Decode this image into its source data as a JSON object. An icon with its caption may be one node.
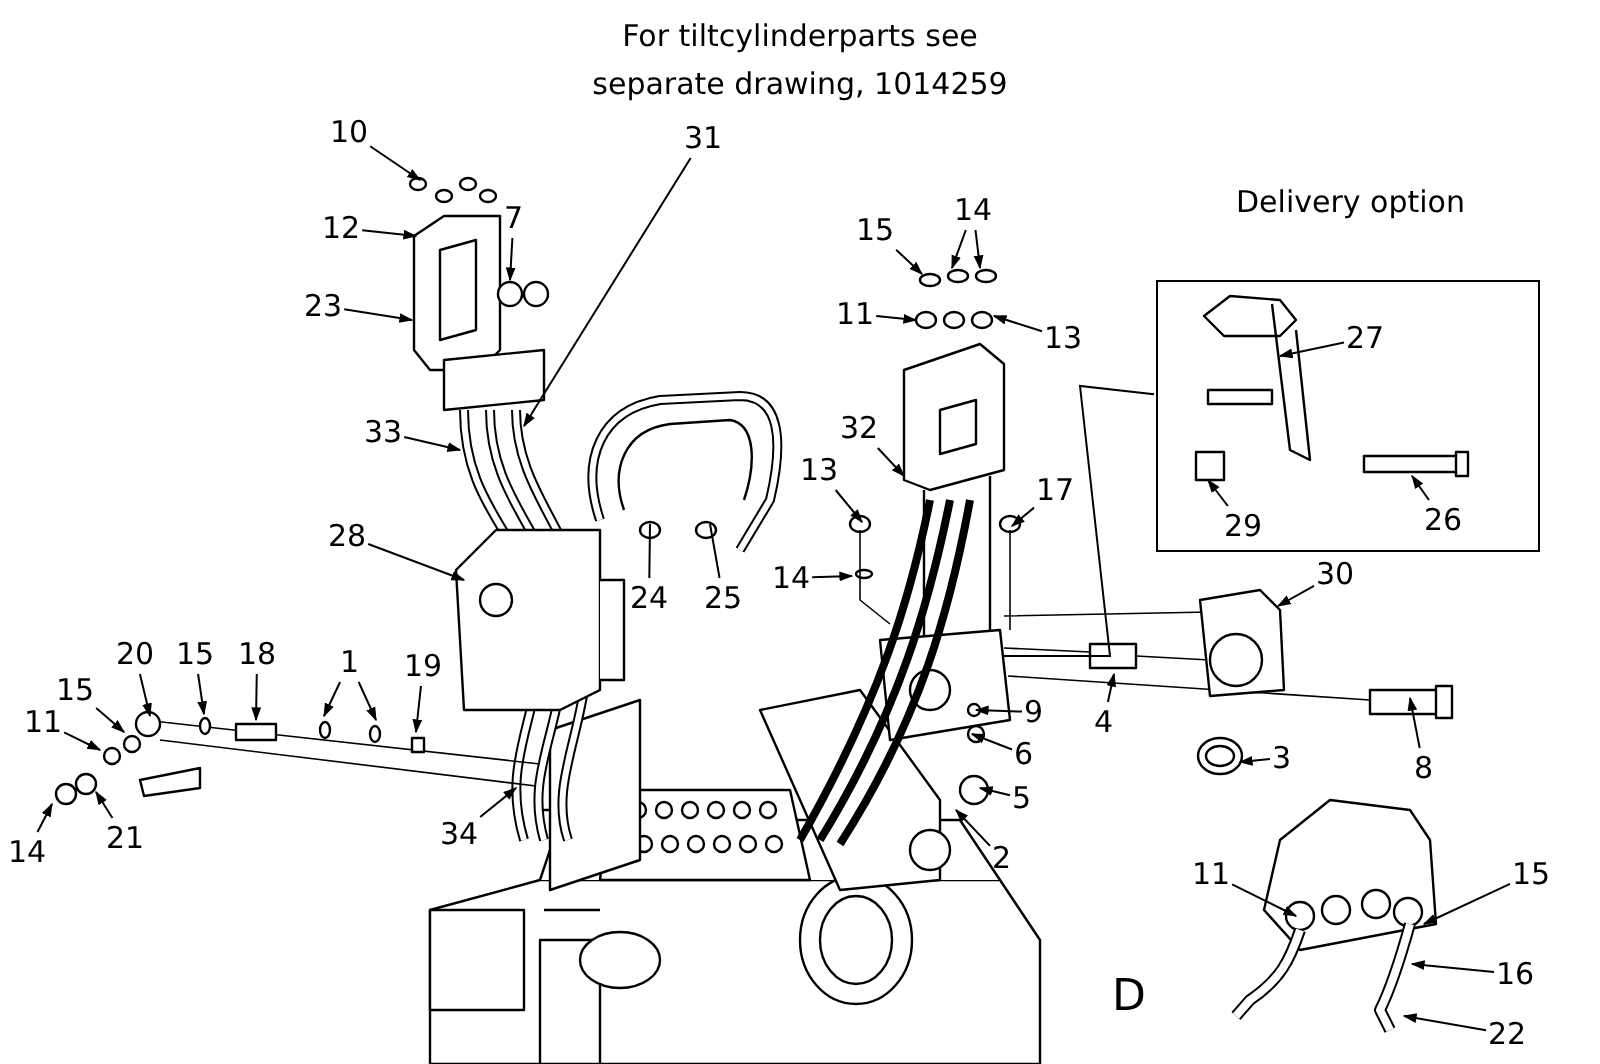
{
  "diagram": {
    "nodes": [
      {
        "text": [
          "10"
        ]
      },
      {
        "text": [
          "12"
        ]
      },
      {
        "text": [
          "7"
        ]
      },
      {
        "text": [
          "31"
        ]
      },
      {
        "text": [
          "23"
        ]
      },
      {
        "text": [
          "15"
        ]
      },
      {
        "text": [
          "14"
        ]
      },
      {
        "text": [
          "11"
        ]
      },
      {
        "text": [
          "13"
        ]
      },
      {
        "text": [
          "Delivery option"
        ]
      },
      {
        "text": [
          "27"
        ],
        "in": 9
      },
      {
        "text": [
          "29"
        ],
        "in": 9
      },
      {
        "text": [
          "26"
        ],
        "in": 9
      },
      {
        "text": [
          "33"
        ]
      },
      {
        "text": [
          "32"
        ]
      },
      {
        "text": [
          "13"
        ]
      },
      {
        "text": [
          "17"
        ]
      },
      {
        "text": [
          "28"
        ]
      },
      {
        "text": [
          "14"
        ]
      },
      {
        "text": [
          "24"
        ]
      },
      {
        "text": [
          "25"
        ]
      },
      {
        "text": [
          "30"
        ]
      },
      {
        "text": [
          "20"
        ]
      },
      {
        "text": [
          "15"
        ]
      },
      {
        "text": [
          "18"
        ]
      },
      {
        "text": [
          "1"
        ]
      },
      {
        "text": [
          "19"
        ]
      },
      {
        "text": [
          "15"
        ]
      },
      {
        "text": [
          "11"
        ]
      },
      {
        "text": [
          "9"
        ]
      },
      {
        "text": [
          "4"
        ]
      },
      {
        "text": [
          "3"
        ]
      },
      {
        "text": [
          "6"
        ]
      },
      {
        "text": [
          "8"
        ]
      },
      {
        "text": [
          "5"
        ]
      },
      {
        "text": [
          "34"
        ]
      },
      {
        "text": [
          "21"
        ]
      },
      {
        "text": [
          "14"
        ]
      },
      {
        "text": [
          "2"
        ]
      },
      {
        "text": [
          "11"
        ]
      },
      {
        "text": [
          "15"
        ]
      },
      {
        "text": [
          "16"
        ]
      },
      {
        "text": [
          "22"
        ]
      }
    ],
    "edges": [
      {
        "from": 0,
        "to": null,
        "arrow": "to"
      },
      {
        "from": 1,
        "to": null,
        "arrow": "to"
      },
      {
        "from": 2,
        "to": null,
        "arrow": "to"
      },
      {
        "from": 3,
        "to": null,
        "arrow": "to"
      },
      {
        "from": 4,
        "to": null,
        "arrow": "to"
      },
      {
        "from": 5,
        "to": null,
        "arrow": "to"
      },
      {
        "from": 6,
        "to": null,
        "arrow": "to"
      },
      {
        "from": 6,
        "to": null,
        "arrow": "to"
      },
      {
        "from": 7,
        "to": null,
        "arrow": "to"
      },
      {
        "from": 8,
        "to": null,
        "arrow": "to"
      },
      {
        "from": 9,
        "to": null,
        "arrow": "none"
      },
      {
        "from": 10,
        "to": null,
        "arrow": "to"
      },
      {
        "from": 11,
        "to": null,
        "arrow": "to"
      },
      {
        "from": 12,
        "to": null,
        "arrow": "to"
      },
      {
        "from": 13,
        "to": null,
        "arrow": "to"
      },
      {
        "from": 14,
        "to": null,
        "arrow": "to"
      },
      {
        "from": 15,
        "to": null,
        "arrow": "to"
      },
      {
        "from": 16,
        "to": null,
        "arrow": "to"
      },
      {
        "from": 17,
        "to": null,
        "arrow": "to"
      },
      {
        "from": 18,
        "to": null,
        "arrow": "to"
      },
      {
        "from": 19,
        "to": null,
        "arrow": "none"
      },
      {
        "from": 20,
        "to": null,
        "arrow": "none"
      },
      {
        "from": 21,
        "to": null,
        "arrow": "to"
      },
      {
        "from": 22,
        "to": null,
        "arrow": "to"
      },
      {
        "from": 23,
        "to": null,
        "arrow": "to"
      },
      {
        "from": 24,
        "to": null,
        "arrow": "to"
      },
      {
        "from": 25,
        "to": null,
        "arrow": "to"
      },
      {
        "from": 25,
        "to": null,
        "arrow": "to"
      },
      {
        "from": 26,
        "to": null,
        "arrow": "to"
      },
      {
        "from": 27,
        "to": null,
        "arrow": "to"
      },
      {
        "from": 28,
        "to": null,
        "arrow": "to"
      },
      {
        "from": 29,
        "to": null,
        "arrow": "to"
      },
      {
        "from": 30,
        "to": null,
        "arrow": "to"
      },
      {
        "from": 31,
        "to": null,
        "arrow": "to"
      },
      {
        "from": 32,
        "to": null,
        "arrow": "to"
      },
      {
        "from": 33,
        "to": null,
        "arrow": "to"
      },
      {
        "from": 34,
        "to": null,
        "arrow": "to"
      },
      {
        "from": 35,
        "to": null,
        "arrow": "to"
      },
      {
        "from": 36,
        "to": null,
        "arrow": "to"
      },
      {
        "from": 37,
        "to": null,
        "arrow": "to"
      },
      {
        "from": 38,
        "to": null,
        "arrow": "to"
      },
      {
        "from": 39,
        "to": null,
        "arrow": "to"
      },
      {
        "from": 40,
        "to": null,
        "arrow": "to"
      },
      {
        "from": 41,
        "to": null,
        "arrow": "to"
      },
      {
        "from": 42,
        "to": null,
        "arrow": "to"
      }
    ],
    "labels": [
      "For tiltcylinderparts see separate drawing, 1014259",
      "D"
    ]
  }
}
